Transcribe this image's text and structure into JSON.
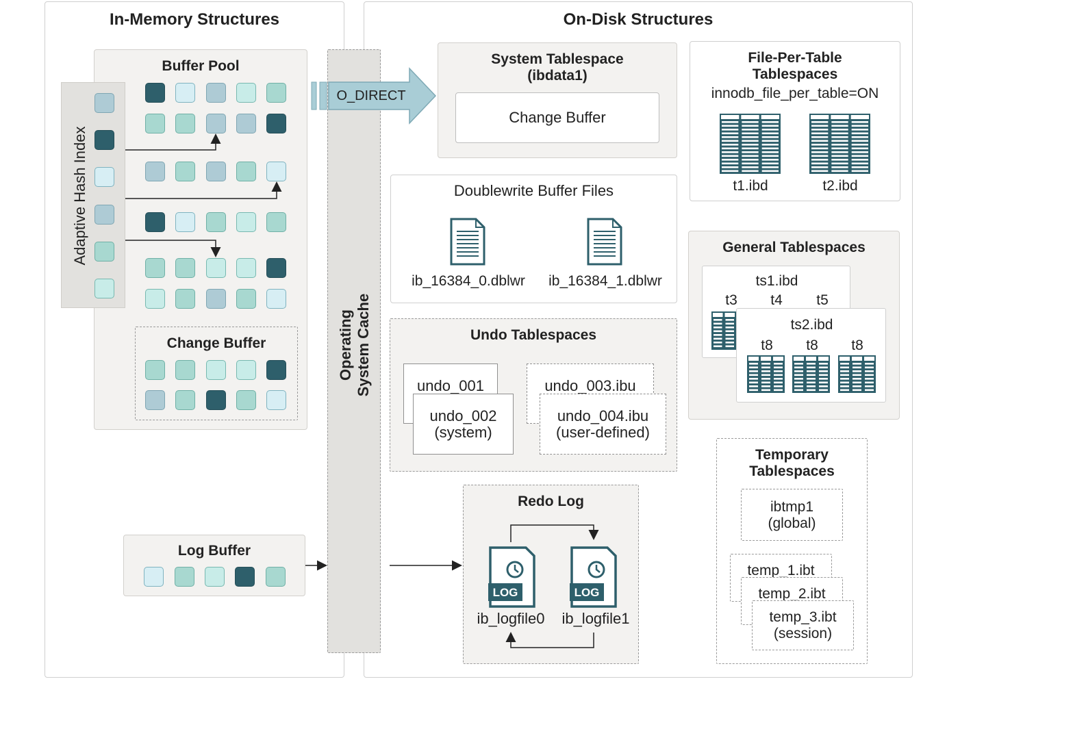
{
  "in_memory": {
    "title": "In-Memory Structures",
    "buffer_pool": {
      "title": "Buffer Pool",
      "rows": [
        [
          0,
          1,
          2,
          4,
          3
        ],
        [
          3,
          3,
          2,
          2,
          0
        ],
        [
          2,
          3,
          2,
          3,
          1
        ],
        [
          0,
          1,
          3,
          4,
          3
        ],
        [
          3,
          3,
          4,
          4,
          0
        ],
        [
          4,
          3,
          2,
          3,
          1
        ]
      ]
    },
    "adaptive_hash_index": {
      "label": "Adaptive Hash Index",
      "cells": [
        2,
        0,
        1,
        2,
        3,
        4
      ]
    },
    "change_buffer": {
      "title": "Change Buffer",
      "rows": [
        [
          3,
          3,
          4,
          4,
          0
        ],
        [
          2,
          3,
          0,
          3,
          1
        ]
      ]
    },
    "log_buffer": {
      "title": "Log Buffer",
      "cells": [
        1,
        3,
        4,
        0,
        3
      ]
    }
  },
  "os_cache": {
    "label": "Operating\nSystem Cache"
  },
  "o_direct": {
    "label": "O_DIRECT"
  },
  "on_disk": {
    "title": "On-Disk Structures",
    "system_tablespace": {
      "title": "System Tablespace\n(ibdata1)",
      "change_buffer": "Change Buffer"
    },
    "file_per_table": {
      "title": "File-Per-Table\nTablespaces",
      "setting": "innodb_file_per_table=ON",
      "files": [
        "t1.ibd",
        "t2.ibd"
      ]
    },
    "doublewrite": {
      "title": "Doublewrite Buffer Files",
      "files": [
        "ib_16384_0.dblwr",
        "ib_16384_1.dblwr"
      ]
    },
    "general": {
      "title": "General Tablespaces",
      "ts1": {
        "name": "ts1.ibd",
        "tables": [
          "t3",
          "t4",
          "t5"
        ]
      },
      "ts2": {
        "name": "ts2.ibd",
        "tables": [
          "t8",
          "t8",
          "t8"
        ]
      }
    },
    "undo": {
      "title": "Undo Tablespaces",
      "files": [
        "undo_001",
        "undo_002\n(system)",
        "undo_003.ibu",
        "undo_004.ibu\n(user-defined)"
      ]
    },
    "redo": {
      "title": "Redo Log",
      "files": [
        "ib_logfile0",
        "ib_logfile1"
      ],
      "icon_text": "LOG"
    },
    "temporary": {
      "title": "Temporary\nTablespaces",
      "global": "ibtmp1\n(global)",
      "session": [
        "temp_1.ibt",
        "temp_2.ibt",
        "temp_3.ibt\n(session)"
      ]
    }
  },
  "colors": {
    "dark": "#2e5f6b",
    "light_blue": "#d7eef4",
    "grey_blue": "#aecbd5",
    "teal": "#a8d8d0",
    "pale_teal": "#c8ece8",
    "arrow": "#a9cdd6"
  }
}
